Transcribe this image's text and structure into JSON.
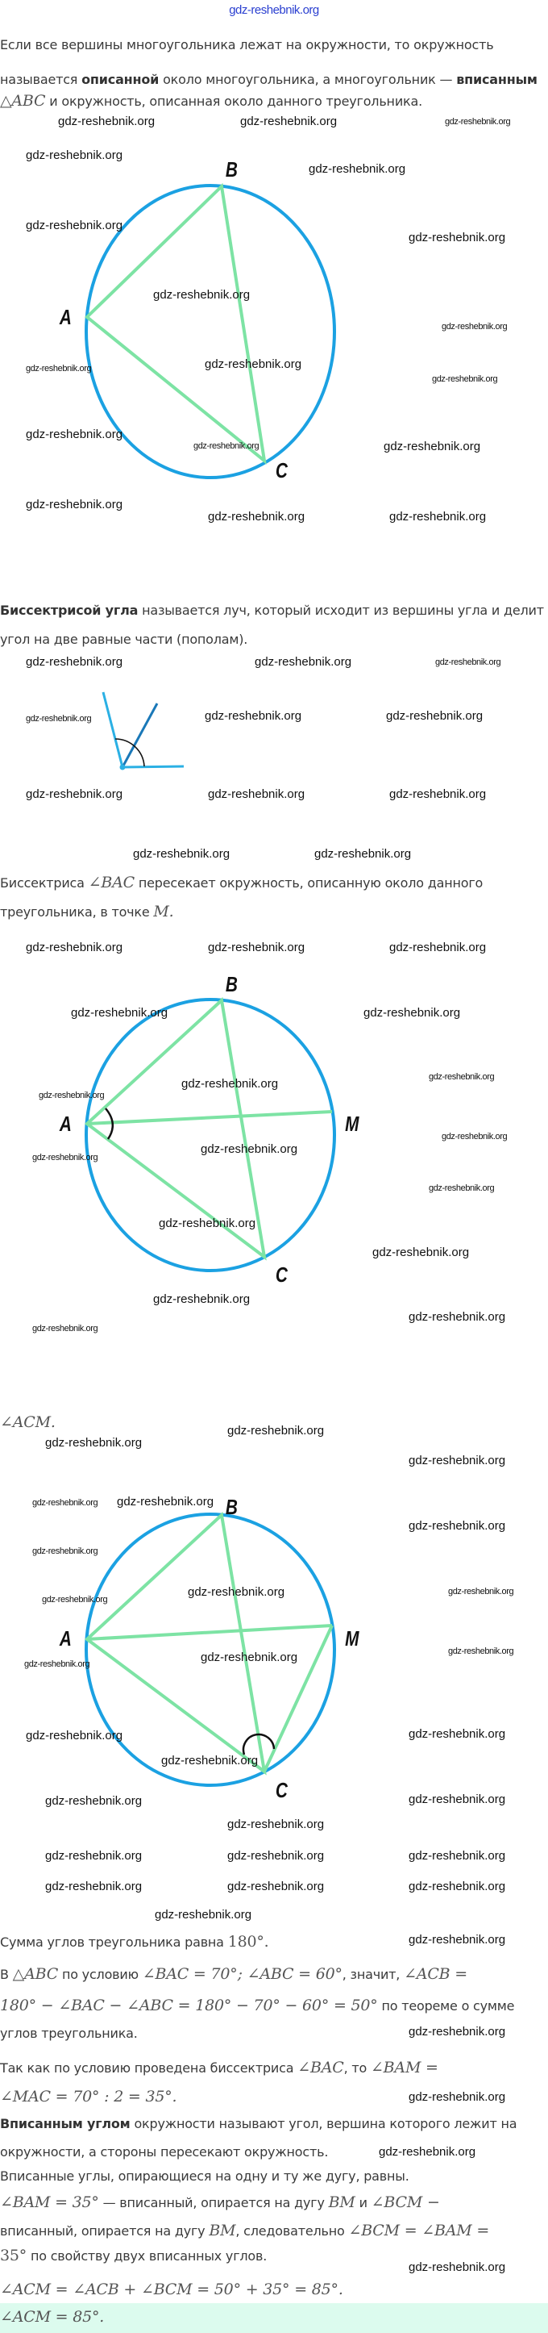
{
  "site_header": "gdz-reshebnik.org",
  "watermark": "gdz-reshebnik.org",
  "intro": {
    "line1": "Если все вершины многоугольника лежат на окружности, то окружность",
    "line2_a": "называется ",
    "line2_bold1": "описанной",
    "line2_b": " около многоугольника, а многоугольник — ",
    "line2_bold2": "вписанным",
    "line3_math": "△ABC",
    "line3_text": " и окружность, описанная около данного треугольника."
  },
  "bisector_def": {
    "bold": "Биссектрисой угла",
    "line1": " называется луч, который исходит из вершины угла и делит",
    "line2": "угол на две равные части (пополам)."
  },
  "bisector_statement": {
    "line1_a": "Биссектриса ",
    "line1_math": "∠BAC",
    "line1_b": " пересекает окружность, описанную около данного",
    "line2_a": "треугольника, в точке ",
    "line2_math": "M."
  },
  "target": "∠ACM.",
  "figure_labels": {
    "A": "A",
    "B": "B",
    "C": "C",
    "M": "M"
  },
  "solution": {
    "s1_text": "Сумма углов треугольника равна ",
    "s1_math": "180°.",
    "s2_a": "В ",
    "s2_m1": "△ABC",
    "s2_b": " по условию ",
    "s2_m2": "∠BAC = 70°; ∠ABC = 60°",
    "s2_c": ", значит, ",
    "s2_m3": "∠ACB =",
    "s3_m": "180° − ∠BAC − ∠ABC = 180° − 70° − 60° = 50°",
    "s3_text": " по теореме о сумме",
    "s4": "углов треугольника.",
    "s5_a": "Так как по условию проведена биссектриса ",
    "s5_m1": "∠BAC",
    "s5_b": ", то ",
    "s5_m2": "∠BAM =",
    "s6_m": "∠MAC = 70° : 2 = 35°.",
    "s7_bold": "Вписанным углом",
    "s7_text": " окружности называют угол, вершина которого лежит на",
    "s8": "окружности, а стороны пересекают окружность.",
    "s9": "Вписанные углы, опирающиеся на одну и ту же дугу, равны.",
    "s10_m1": "∠BAM = 35°",
    "s10_a": " — вписанный, опирается на дугу ",
    "s10_m2": "BM",
    "s10_b": " и ",
    "s10_m3": "∠BCM −",
    "s11_a": "вписанный, опирается на дугу ",
    "s11_m1": "BM",
    "s11_b": ", следовательно ",
    "s11_m2": "∠BCM = ∠BAM =",
    "s12_m": "35°",
    "s12_text": " по свойству двух вписанных углов.",
    "s13_m": "∠ACM = ∠ACB + ∠BCM = 50° + 35° = 85°."
  },
  "answer": "∠ACM = 85°.",
  "colors": {
    "circle": "#1ba1e2",
    "chord": "#7de3a4",
    "answer_bg": "#dcfbee",
    "header_link": "#2a3fd0"
  }
}
